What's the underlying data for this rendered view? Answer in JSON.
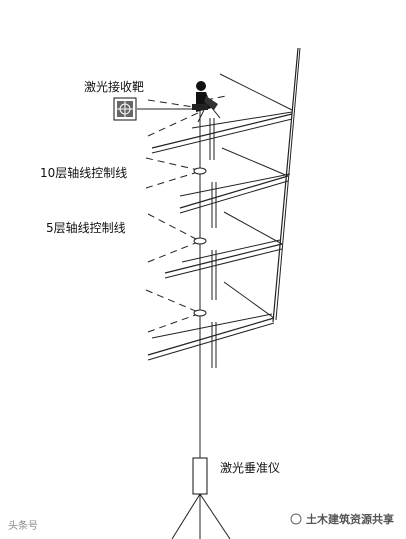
{
  "labels": {
    "target": "激光接收靶",
    "floor10": "10层轴线控制线",
    "floor5": "5层轴线控制线",
    "instrument": "激光垂准仪"
  },
  "watermarks": {
    "left": "头条号",
    "right": "土木建筑资源共享"
  }
}
